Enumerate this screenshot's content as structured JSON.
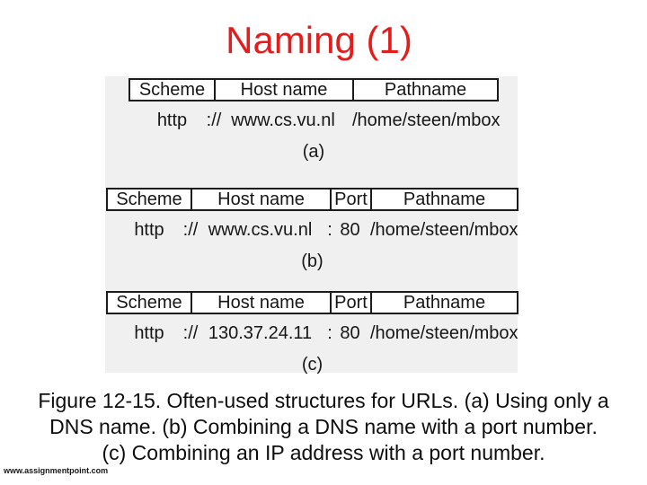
{
  "title": "Naming (1)",
  "colors": {
    "title_red": "#e41c1c",
    "figure_bg": "#f0f0f0",
    "line_black": "#1c1c1c"
  },
  "figure": {
    "tables": [
      {
        "label": "(a)",
        "headers": [
          {
            "text": "Scheme"
          },
          {
            "text": "Host name"
          },
          {
            "text": "Pathname"
          }
        ],
        "row": [
          {
            "text": "http"
          },
          {
            "text": "://",
            "sep": true
          },
          {
            "text": "www.cs.vu.nl"
          },
          {
            "text": "/home/steen/mbox"
          }
        ]
      },
      {
        "label": "(b)",
        "headers": [
          {
            "text": "Scheme"
          },
          {
            "text": "Host name"
          },
          {
            "text": "Port"
          },
          {
            "text": "Pathname"
          }
        ],
        "row": [
          {
            "text": "http"
          },
          {
            "text": "://",
            "sep": true
          },
          {
            "text": "www.cs.vu.nl"
          },
          {
            "text": ":",
            "sep": true
          },
          {
            "text": "80"
          },
          {
            "text": "/home/steen/mbox"
          }
        ]
      },
      {
        "label": "(c)",
        "headers": [
          {
            "text": "Scheme"
          },
          {
            "text": "Host name"
          },
          {
            "text": "Port"
          },
          {
            "text": "Pathname"
          }
        ],
        "row": [
          {
            "text": "http"
          },
          {
            "text": "://",
            "sep": true
          },
          {
            "text": "130.37.24.11"
          },
          {
            "text": ":",
            "sep": true
          },
          {
            "text": "80"
          },
          {
            "text": "/home/steen/mbox"
          }
        ]
      }
    ]
  },
  "caption": {
    "lines": [
      "Figure 12-15. Often-used structures for URLs. (a) Using only a",
      "DNS name. (b) Combining a DNS name with a port number.",
      "(c) Combining an IP address with a port number."
    ]
  },
  "footer": {
    "watermark": "www.assignmentpoint.com"
  }
}
